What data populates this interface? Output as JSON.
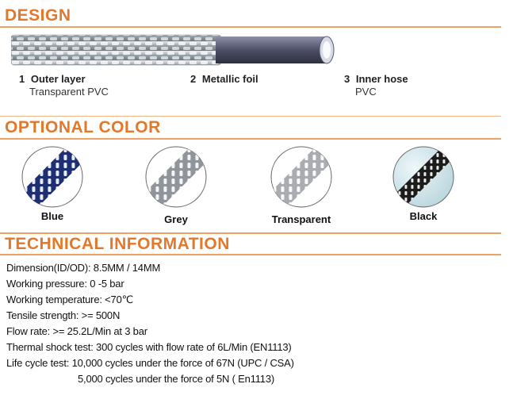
{
  "sections": {
    "design": "DESIGN",
    "optional_color": "OPTIONAL COLOR",
    "technical": "TECHNICAL INFORMATION"
  },
  "parts": [
    {
      "num": "1",
      "name": "Outer layer",
      "sub": "Transparent PVC"
    },
    {
      "num": "2",
      "name": "Metallic foil",
      "sub": ""
    },
    {
      "num": "3",
      "name": "Inner hose",
      "sub": "PVC"
    }
  ],
  "colors": [
    {
      "label": "Blue",
      "tone": "#2a3f8c"
    },
    {
      "label": "Grey",
      "tone": "#b9bcc0"
    },
    {
      "label": "Transparent",
      "tone": "#d6d9dc"
    },
    {
      "label": "Black",
      "tone": "#2a2a2a"
    }
  ],
  "specs": [
    "Dimension(ID/OD): 8.5MM / 14MM",
    "Working pressure: 0 -5 bar",
    "Working temperature: <70℃",
    "Tensile strength: >= 500N",
    "Flow rate: >= 25.2L/Min at 3 bar",
    "Thermal shock test: 300 cycles with flow rate of 6L/Min (EN1113)",
    "Life cycle test: 10,000 cycles under the force of 67N (UPC / CSA)",
    "5,000 cycles under the force of 5N ( En1113)"
  ]
}
